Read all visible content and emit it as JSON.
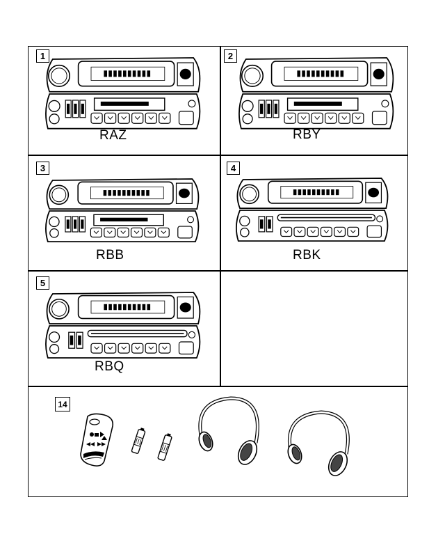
{
  "panels": [
    {
      "number": "1",
      "code": "RAZ"
    },
    {
      "number": "2",
      "code": "RBY"
    },
    {
      "number": "3",
      "code": "RBB"
    },
    {
      "number": "4",
      "code": "RBK"
    },
    {
      "number": "5",
      "code": "RBQ"
    }
  ],
  "accessories": {
    "number": "14"
  },
  "colors": {
    "line": "#000000",
    "background": "#ffffff"
  }
}
